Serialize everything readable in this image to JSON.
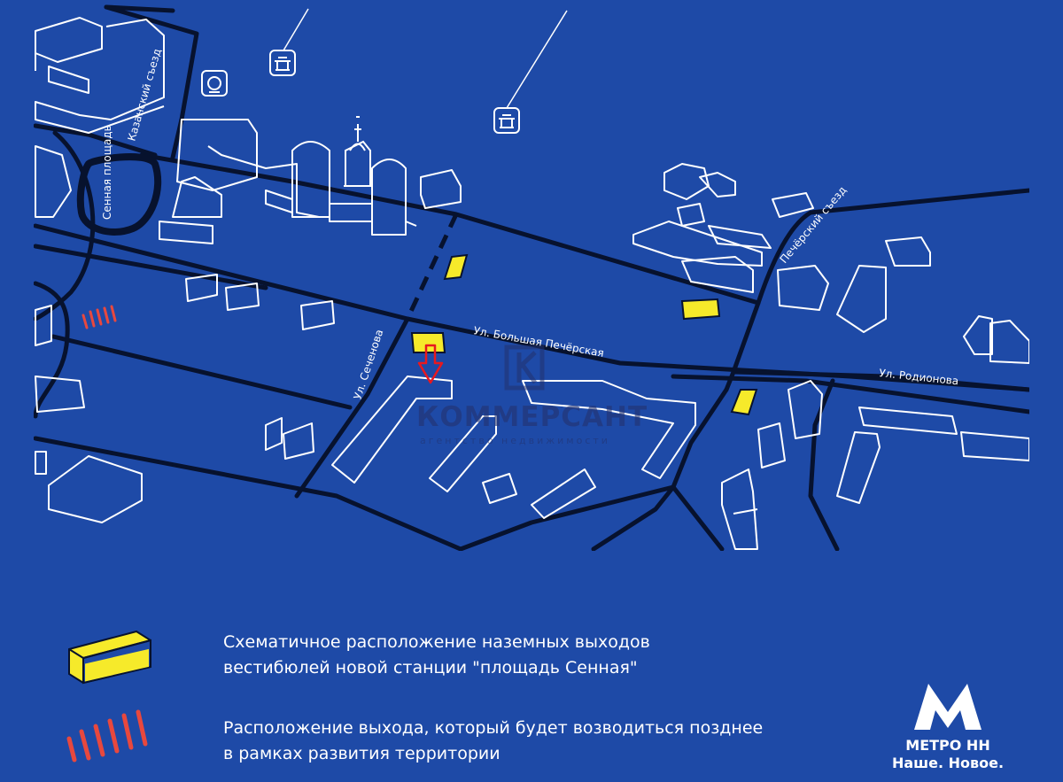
{
  "colors": {
    "background": "#1e4aa7",
    "road": "#07122e",
    "building_stroke": "#ffffff",
    "exit_yellow": "#f6ea2a",
    "future_exit_red": "#e8483e",
    "pointer_red": "#e8181f",
    "text": "#ffffff"
  },
  "map": {
    "streets": [
      {
        "id": "kazansky",
        "label": "Казанский съезд"
      },
      {
        "id": "sennaya",
        "label": "Сенная площадь"
      },
      {
        "id": "bpecherskaya",
        "label": "Ул. Большая Печёрская"
      },
      {
        "id": "sechenova",
        "label": "Ул. Сеченова"
      },
      {
        "id": "pechersky",
        "label": "Печёрский съезд"
      },
      {
        "id": "rodionova",
        "label": "Ул. Родионова"
      }
    ],
    "icons": [
      "metro-entrance-icon",
      "metro-entrance-icon",
      "landmark-icon",
      "church-icon"
    ],
    "exits_count": 4,
    "pointer_icon": "red-arrow-down-icon"
  },
  "legend": {
    "items": [
      {
        "marker": "yellow-exit-icon",
        "text": "Схематичное расположение наземных выходов вестибюлей новой станции \"площадь Сенная\""
      },
      {
        "marker": "red-future-exit-icon",
        "text": "Расположение выхода, который будет возводиться позднее в рамках развития территории"
      }
    ]
  },
  "logo": {
    "icon": "metro-m-icon",
    "name": "МЕТРО НН",
    "slogan": "Наше. Новое."
  },
  "watermark": {
    "name": "КОММЕРСАНТ",
    "sub": "агентство недвижимости",
    "icon": "kommersant-k-icon"
  }
}
